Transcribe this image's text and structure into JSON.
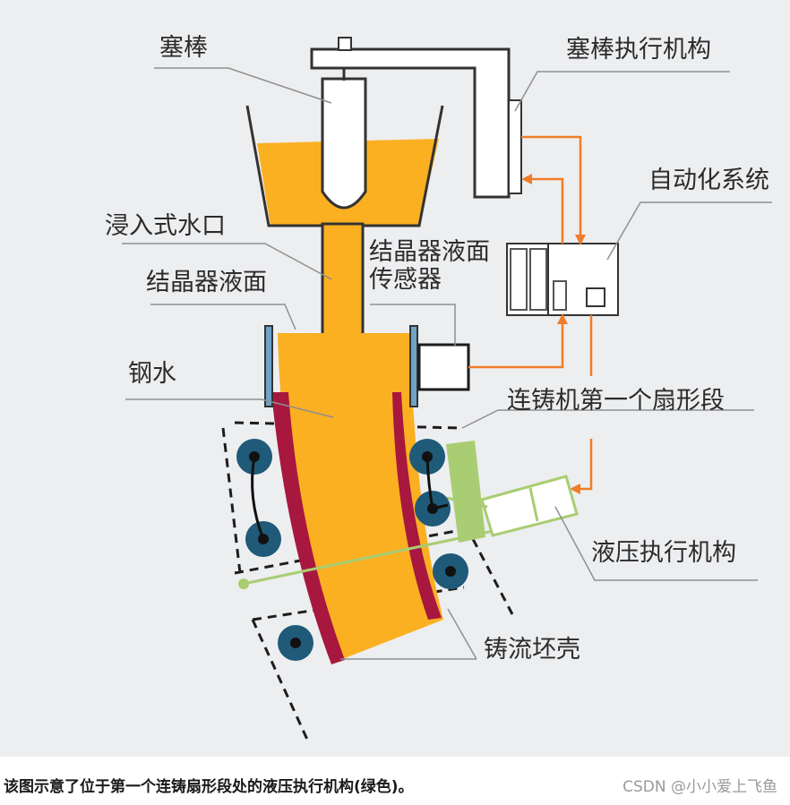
{
  "labels": {
    "stopper_rod": "塞棒",
    "stopper_actuator": "塞棒执行机构",
    "automation_system": "自动化系统",
    "submerged_nozzle": "浸入式水口",
    "mold_level": "结晶器液面",
    "mold_level_sensor": "结晶器液面\n传感器",
    "molten_steel": "钢水",
    "first_segment": "连铸机第一个扇形段",
    "hydraulic_actuator": "液压执行机构",
    "strand_shell": "铸流坯壳"
  },
  "caption": "该图示意了位于第一个连铸扇形段处的液压执行机构(绿色)。",
  "watermark": "CSDN @小小爱上飞鱼",
  "colors": {
    "steel": "#fbb022",
    "shell": "#a8173e",
    "roller": "#1f5a78",
    "hydraulic": "#a9cd72",
    "signal": "#f07d28",
    "outline": "#333333",
    "background": "#edeef0"
  }
}
